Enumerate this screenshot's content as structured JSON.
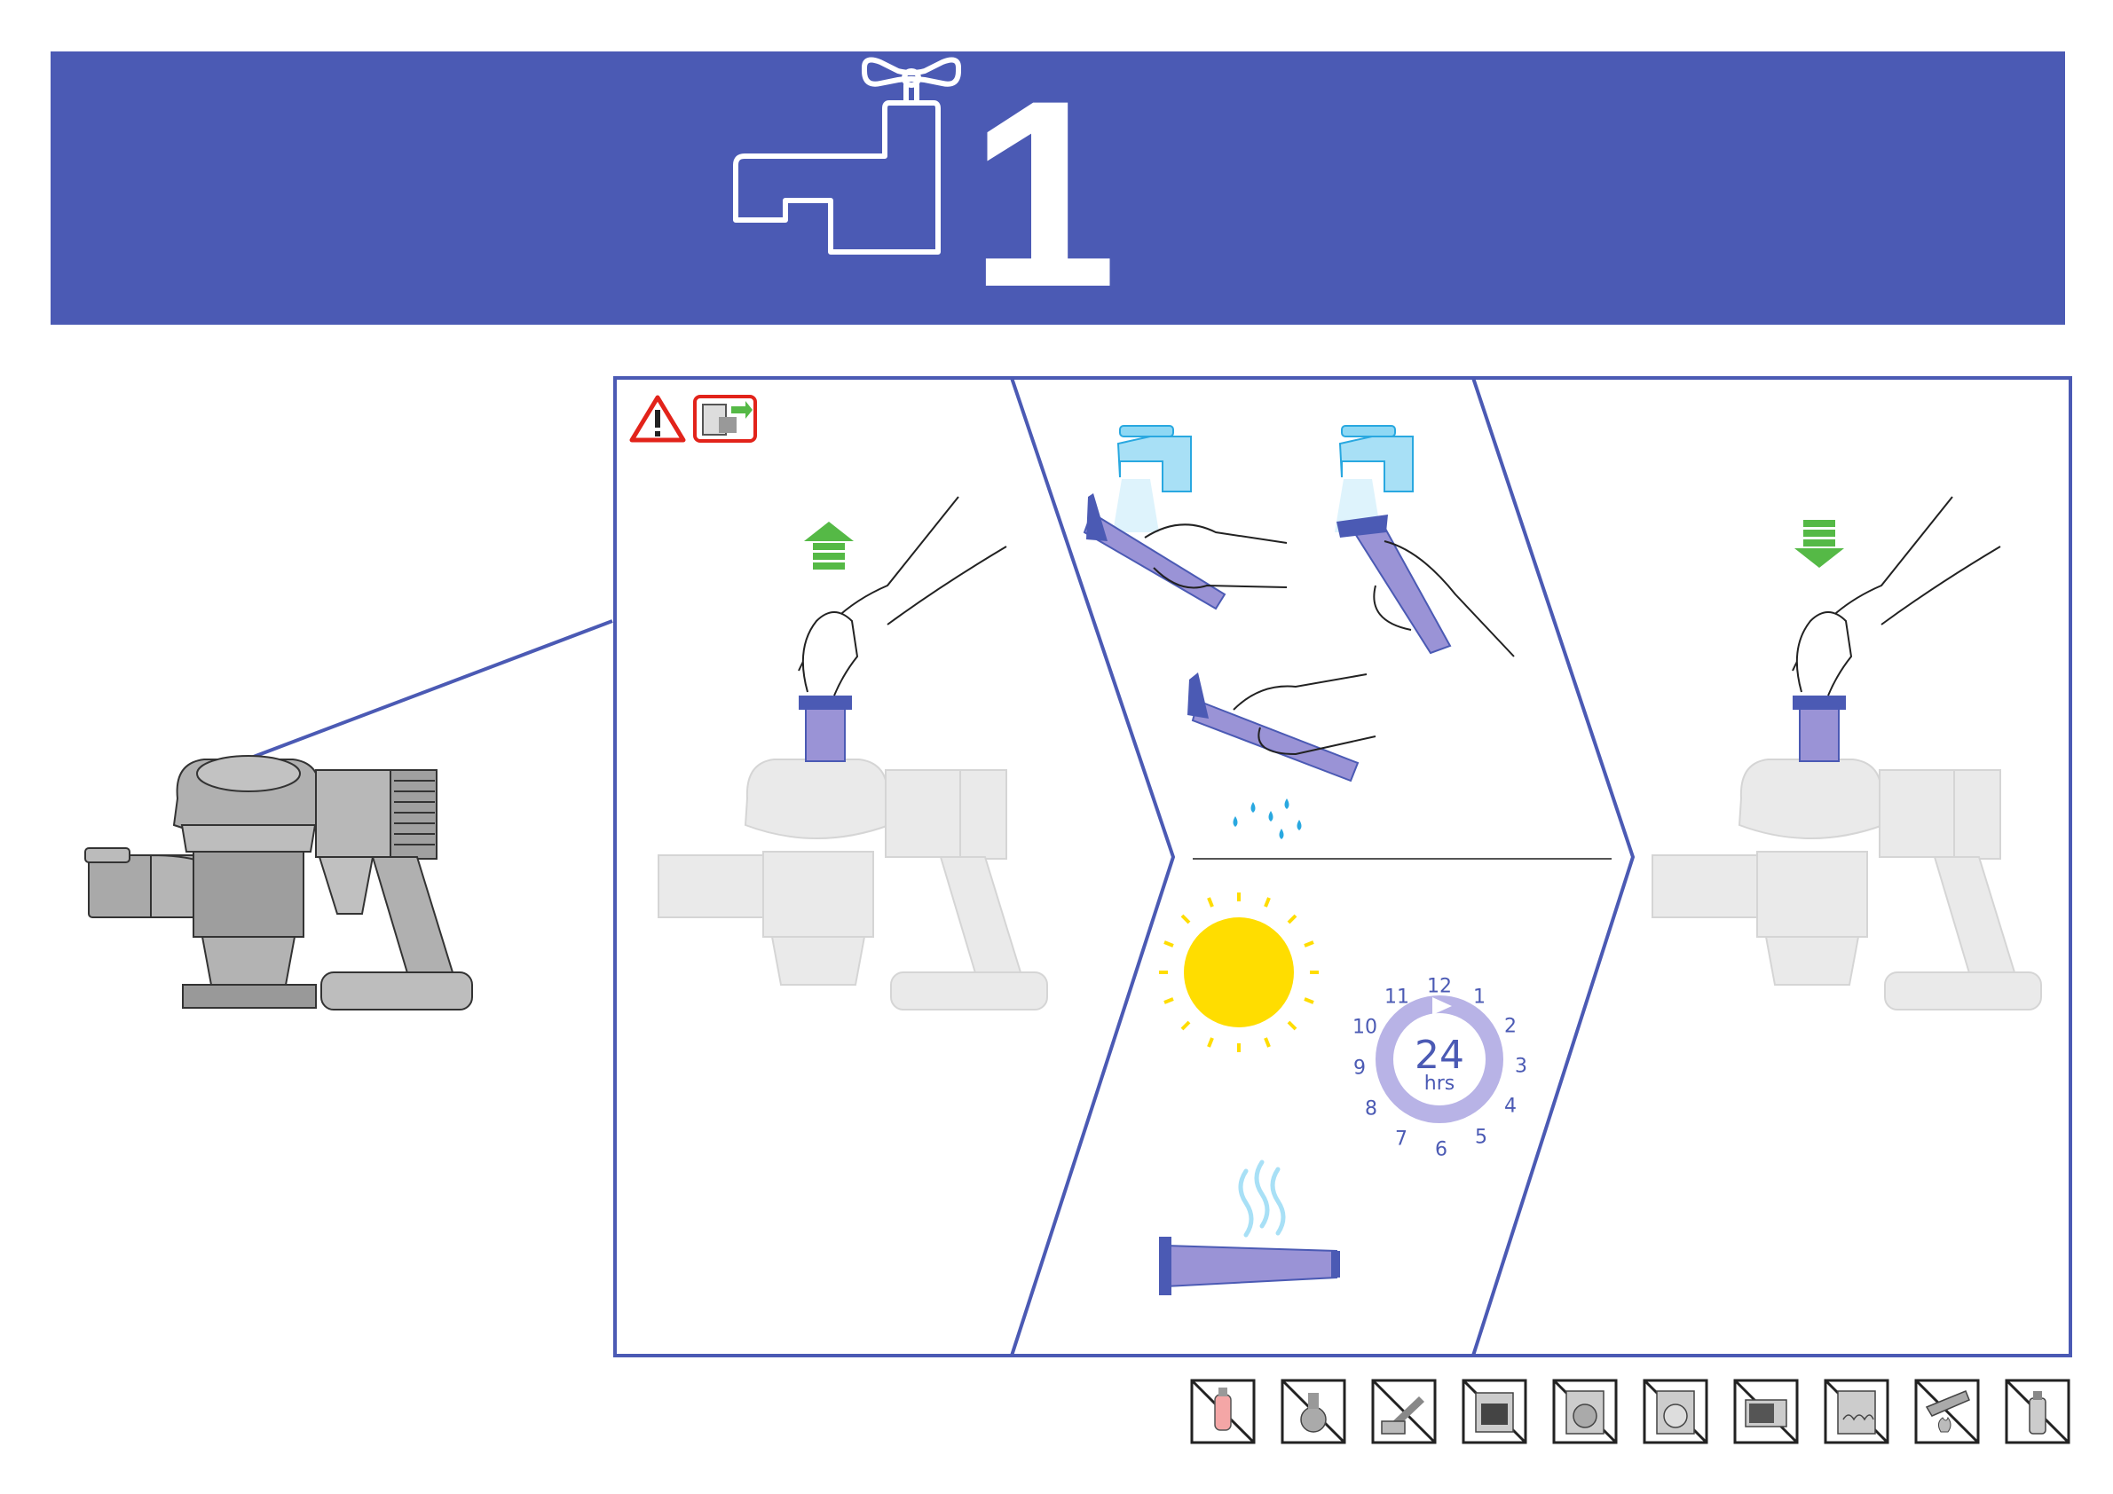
{
  "banner": {
    "step_number": "1",
    "icon": "tap-icon",
    "color": "#4b5ab4"
  },
  "warnings": {
    "icons": [
      "warning-triangle-icon",
      "unplug-icon"
    ]
  },
  "drying": {
    "clock_numbers": [
      "12",
      "1",
      "2",
      "3",
      "4",
      "5",
      "6",
      "7",
      "8",
      "9",
      "10",
      "11"
    ],
    "duration_value": "24",
    "duration_unit": "hrs"
  },
  "care_icons": [
    "no-detergent-icon",
    "no-dishwasher-liquid-icon",
    "no-brush-icon",
    "no-oven-icon",
    "no-washing-machine-icon",
    "no-tumble-dryer-icon",
    "no-microwave-icon",
    "no-dishwasher-icon",
    "no-hair-dryer-icon",
    "no-spray-icon"
  ],
  "colors": {
    "accent": "#4b5ab4",
    "filter": "#9a93d6",
    "arrow_green": "#55b946",
    "water_blue": "#29a8e0",
    "sun_yellow": "#ffdd00",
    "warning_red": "#e2231a"
  }
}
